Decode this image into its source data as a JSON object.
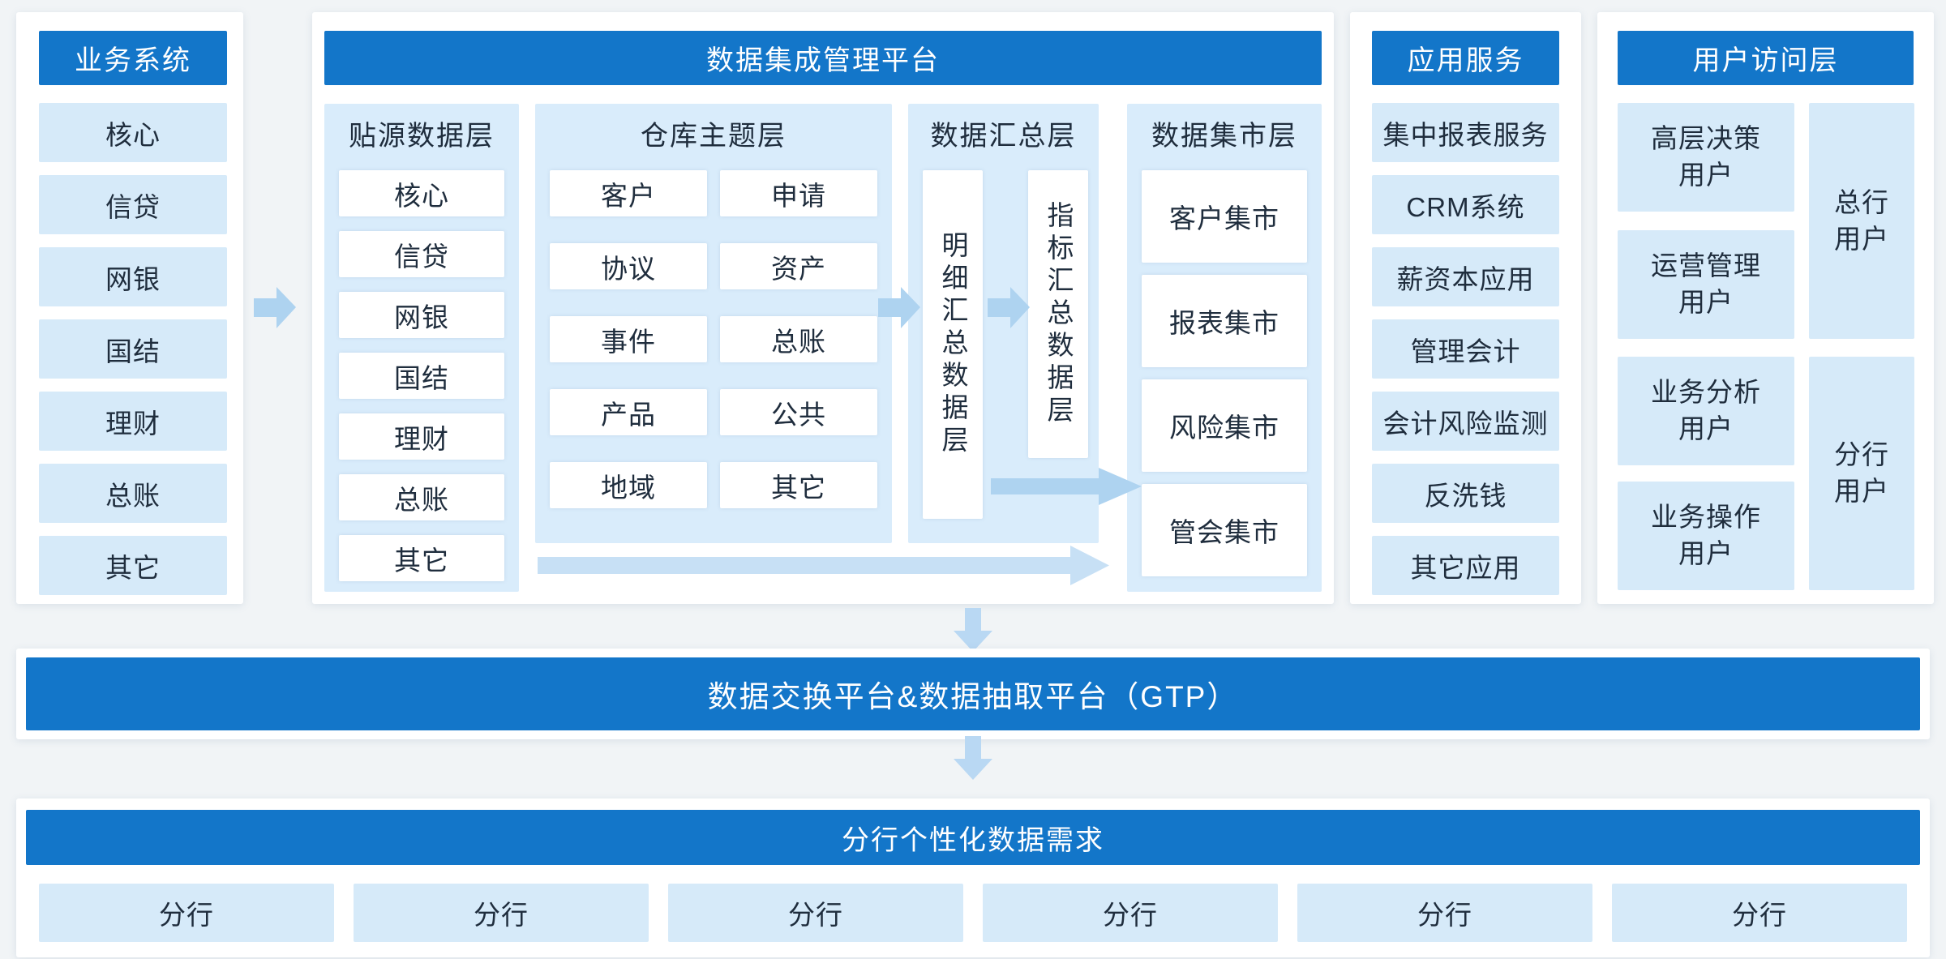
{
  "colors": {
    "accent_blue": "#1376C9",
    "panel_blue": "#D9ECFB",
    "item_blue": "#D6EAF9",
    "arrow_blue": "#AED3F0",
    "arrow_light_blue": "#C7E0F5",
    "down_arrow_blue": "#B9D8F3",
    "text_dark": "#1F2D3D",
    "page_bg": "#F1F4F6"
  },
  "business_systems": {
    "title": "业务系统",
    "items": [
      "核心",
      "信贷",
      "网银",
      "国结",
      "理财",
      "总账",
      "其它"
    ]
  },
  "platform": {
    "title": "数据集成管理平台",
    "source_layer": {
      "title": "贴源数据层",
      "items": [
        "核心",
        "信贷",
        "网银",
        "国结",
        "理财",
        "总账",
        "其它"
      ]
    },
    "warehouse_layer": {
      "title": "仓库主题层",
      "items": [
        "客户",
        "申请",
        "协议",
        "资产",
        "事件",
        "总账",
        "产品",
        "公共",
        "地域",
        "其它"
      ]
    },
    "summary_layer": {
      "title": "数据汇总层",
      "detail_box": "明细汇总数据层",
      "indicator_box": "指标汇总数据层"
    },
    "mart_layer": {
      "title": "数据集市层",
      "items": [
        "客户集市",
        "报表集市",
        "风险集市",
        "管会集市"
      ]
    }
  },
  "app_services": {
    "title": "应用服务",
    "items": [
      "集中报表服务",
      "CRM系统",
      "薪资本应用",
      "管理会计",
      "会计风险监测",
      "反洗钱",
      "其它应用"
    ]
  },
  "user_access": {
    "title": "用户访问层",
    "user_groups": [
      "高层决策\n用户",
      "运营管理\n用户",
      "业务分析\n用户",
      "业务操作\n用户"
    ],
    "org_groups": [
      "总行\n用户",
      "分行\n用户"
    ]
  },
  "gtp_platform": {
    "title": "数据交换平台&数据抽取平台（GTP）"
  },
  "branch_requirements": {
    "title": "分行个性化数据需求",
    "items": [
      "分行",
      "分行",
      "分行",
      "分行",
      "分行",
      "分行"
    ]
  }
}
